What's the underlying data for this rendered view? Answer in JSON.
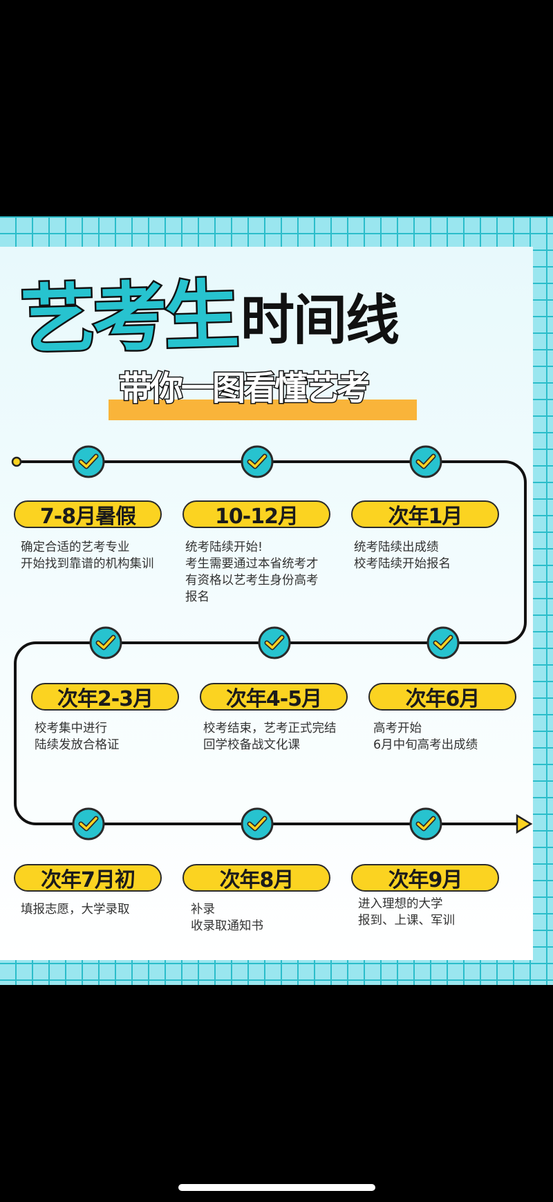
{
  "title": {
    "highlight": "艺考生",
    "rest": "时间线"
  },
  "subtitle": "带你一图看懂艺考",
  "colors": {
    "teal": "#27c3cf",
    "yellow": "#fbd321",
    "orange": "#f9b43a",
    "grid": "#9ae6ef",
    "line": "#111111"
  },
  "timeline": [
    {
      "label": "7-8月暑假",
      "lines": [
        "确定合适的艺考专业",
        "开始找到靠谱的机构集训"
      ]
    },
    {
      "label": "10-12月",
      "lines": [
        "统考陆续开始!",
        "考生需要通过本省统考才",
        "有资格以艺考生身份高考",
        "报名"
      ]
    },
    {
      "label": "次年1月",
      "lines": [
        "统考陆续出成绩",
        "校考陆续开始报名"
      ]
    },
    {
      "label": "次年2-3月",
      "lines": [
        "校考集中进行",
        "陆续发放合格证"
      ]
    },
    {
      "label": "次年4-5月",
      "lines": [
        "校考结束，艺考正式完结",
        "回学校备战文化课"
      ]
    },
    {
      "label": "次年6月",
      "lines": [
        "高考开始",
        "6月中旬高考出成绩"
      ]
    },
    {
      "label": "次年7月初",
      "lines": [
        "填报志愿，大学录取"
      ]
    },
    {
      "label": "次年8月",
      "lines": [
        "补录",
        "收录取通知书"
      ]
    },
    {
      "label": "次年9月",
      "lines": [
        "进入理想的大学",
        "报到、上课、军训"
      ]
    }
  ],
  "icons": {
    "milestone": "check-circle-icon",
    "start": "start-dot-icon",
    "end": "arrow-right-icon"
  }
}
